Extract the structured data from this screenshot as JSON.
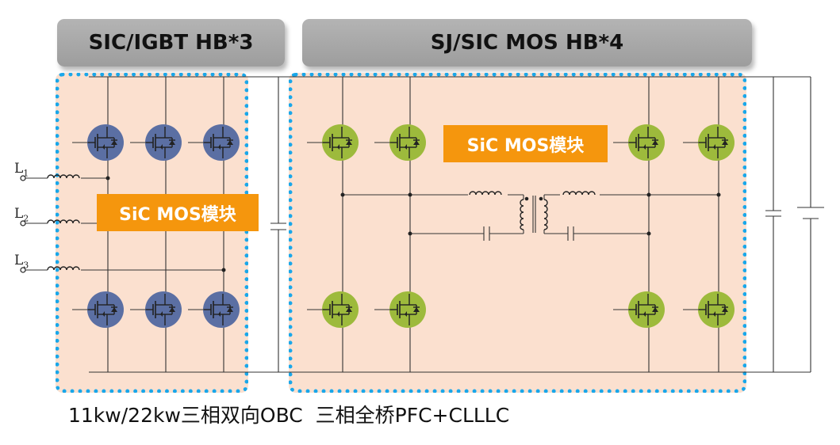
{
  "headers": {
    "left": "SIC/IGBT HB*3",
    "right": "SJ/SIC MOS HB*4"
  },
  "module_labels": {
    "left": "SiC MOS模块",
    "right": "SiC MOS模块"
  },
  "phases": [
    {
      "letter": "L",
      "index": "1"
    },
    {
      "letter": "L",
      "index": "2"
    },
    {
      "letter": "L",
      "index": "3"
    }
  ],
  "caption": "11kw/22kw三相双向OBC  三相全桥PFC+CLLLC",
  "colors": {
    "panel_fill": "#fbe0cf",
    "panel_border": "#19a7ea",
    "module_label_bg": "#f5960d",
    "pfc_switch": "#5b6fa3",
    "dcdc_switch": "#9dba3c",
    "header_bg": "#a8a8a8"
  },
  "switch_icons": {
    "pfc": "sic-igbt-switch-icon",
    "dcdc": "sic-mosfet-switch-icon"
  }
}
